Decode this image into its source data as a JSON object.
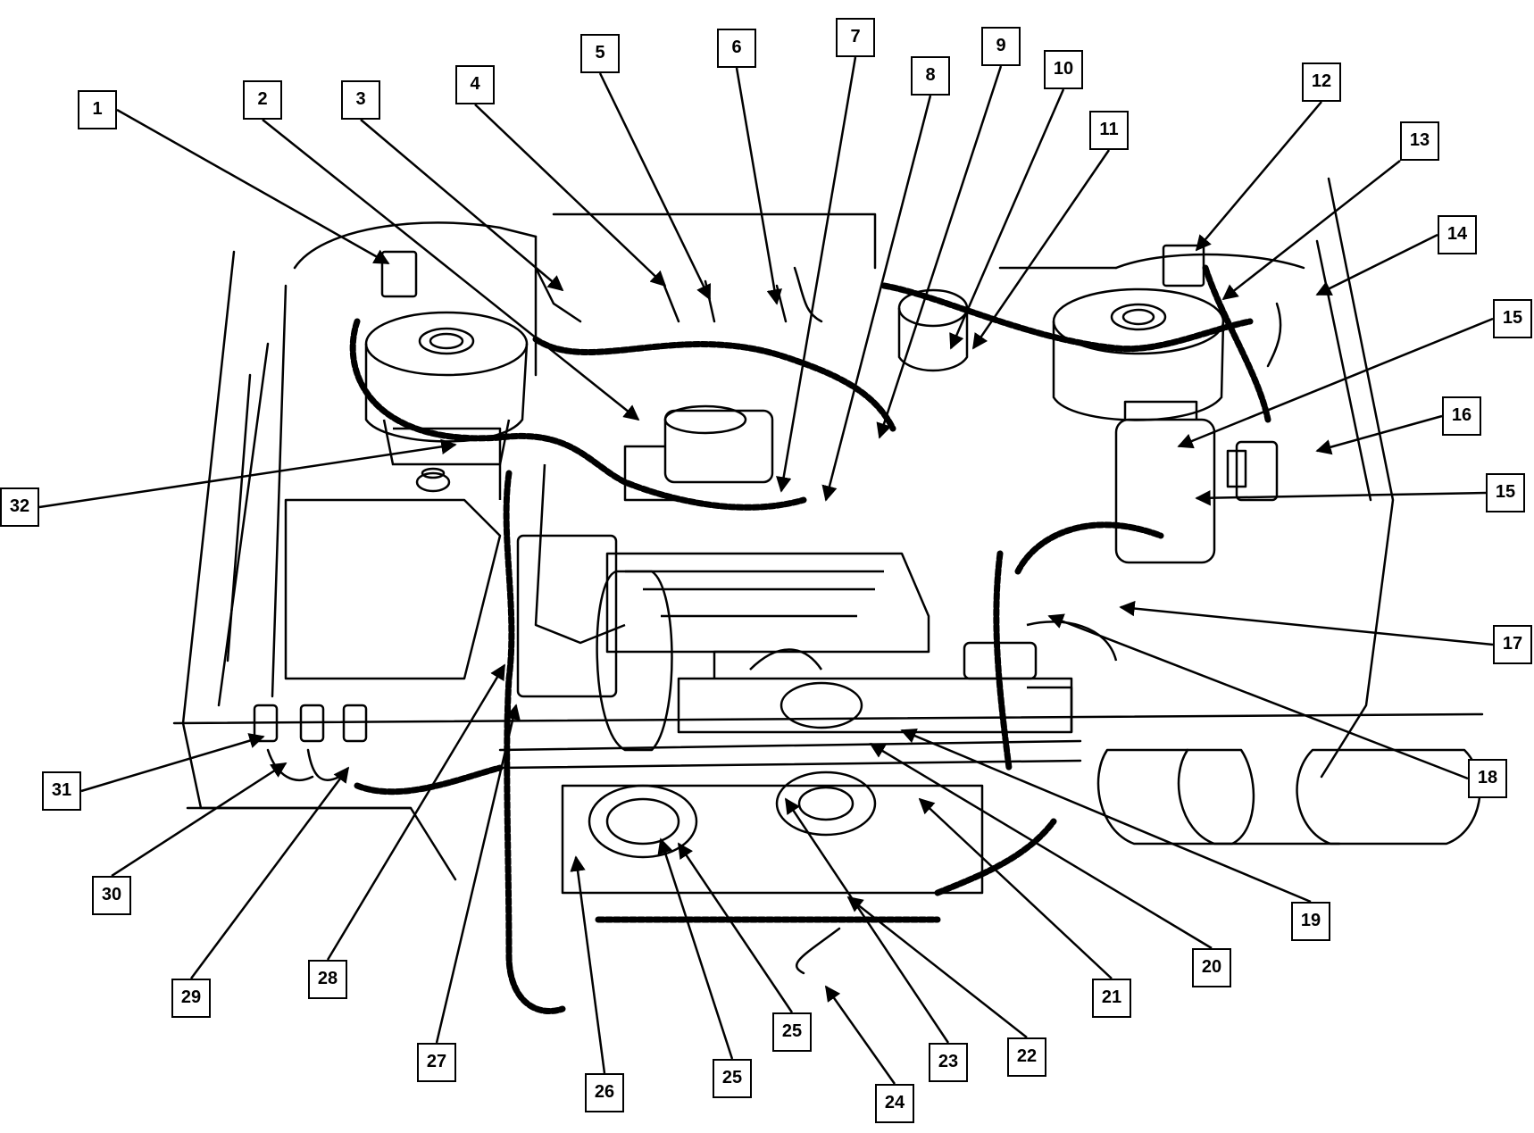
{
  "labels": [
    "1",
    "2",
    "3",
    "4",
    "5",
    "6",
    "7",
    "8",
    "9",
    "10",
    "11",
    "12",
    "13",
    "14",
    "15",
    "15",
    "16",
    "17",
    "18",
    "19",
    "20",
    "21",
    "22",
    "23",
    "24",
    "25",
    "25",
    "26",
    "27",
    "28",
    "29",
    "30",
    "31",
    "32"
  ],
  "colors": {
    "line": "#000000",
    "background": "#ffffff"
  }
}
